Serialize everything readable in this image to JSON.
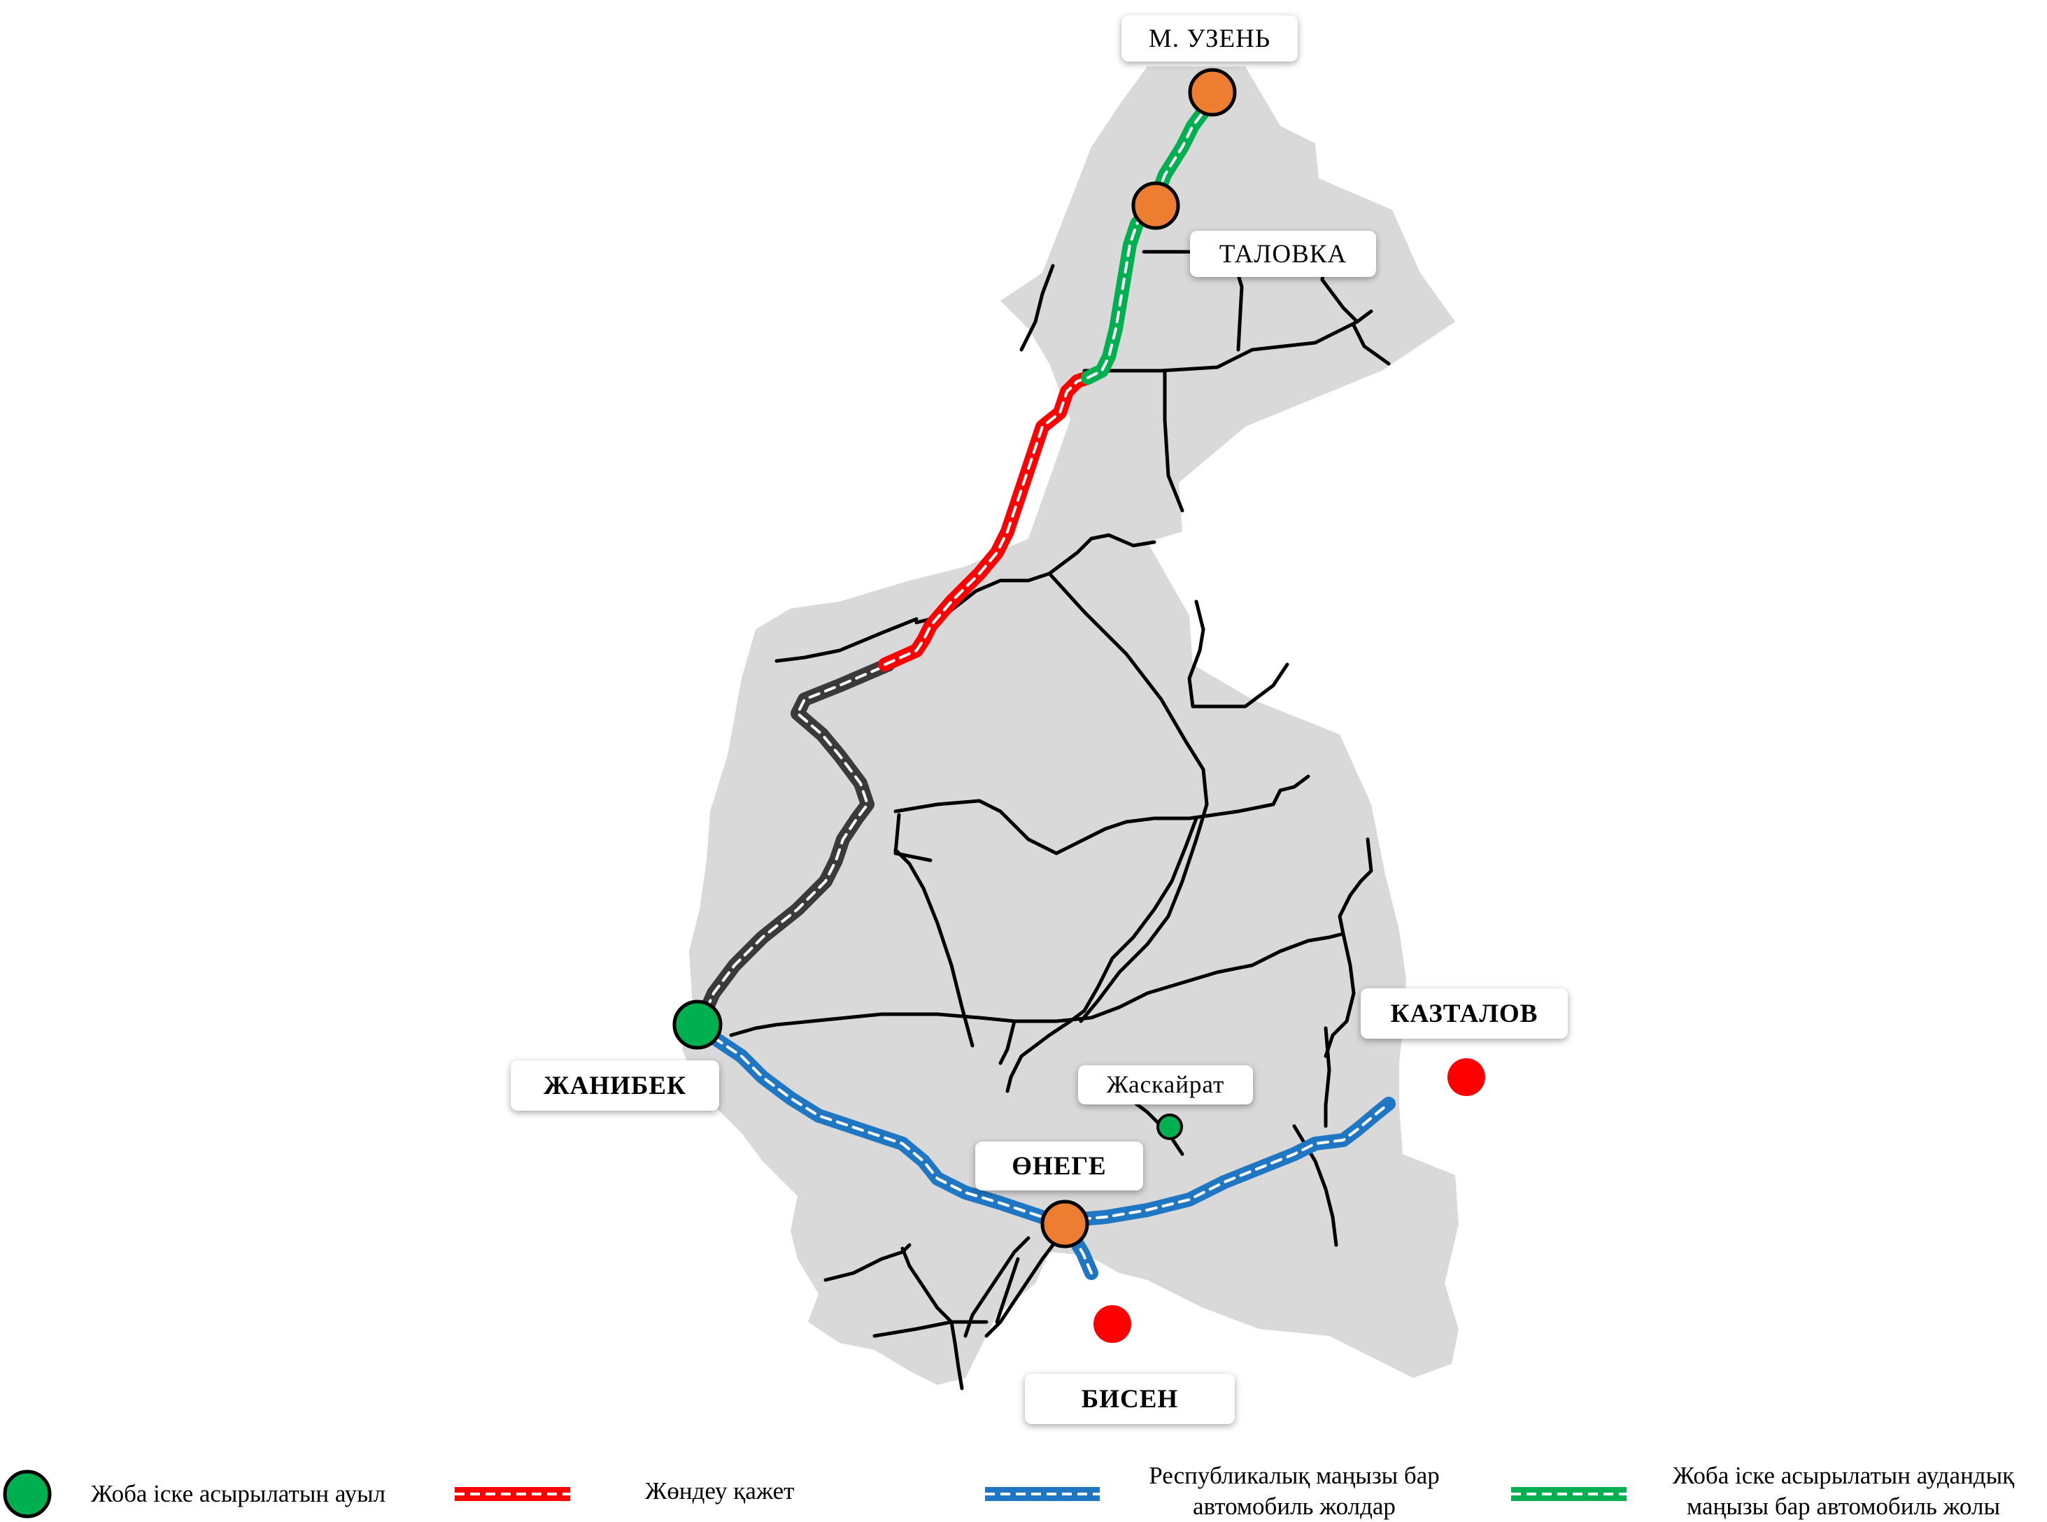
{
  "places": {
    "m_uzen": "М. УЗЕНЬ",
    "talovka": "ТАЛОВКА",
    "zhanibek": "ЖАНИБЕК",
    "kaztalov": "КАЗТАЛОВ",
    "zhaskairat": "Жаскайрат",
    "onege": "ӨНЕГЕ",
    "bisen": "БИСЕН"
  },
  "legend": {
    "village": "Жоба іске асырылатын ауыл",
    "repair": "Жөндеу қажет",
    "republican_line1": "Республикалық маңызы бар",
    "republican_line2": "автомобиль жолдар",
    "district_line1": "Жоба іске асырылатын аудандық",
    "district_line2": "маңызы бар автомобиль жолы"
  },
  "colors": {
    "territory": "#d9d9d9",
    "local_road": "#000000",
    "repair_road": "#ff0000",
    "republican_road": "#1f77c4",
    "district_road": "#00b050",
    "main_road": "#3a3a3a",
    "project_village": "#00b050",
    "settlement": "#ed7d31",
    "neighbor_center": "#ff0000"
  },
  "icons": {
    "village": "green-circle-icon",
    "repair": "red-dashed-line-icon",
    "republican": "blue-dashed-line-icon",
    "district": "green-dashed-line-icon"
  }
}
